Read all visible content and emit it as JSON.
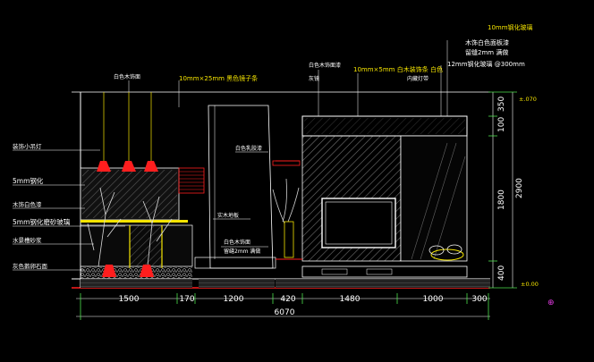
{
  "drawing": {
    "background": "#000000",
    "colors": {
      "white": "#ffffff",
      "yellow": "#f5e400",
      "red": "#ff1e1e",
      "cyan": "#25d3d3",
      "green": "#4ee24e",
      "magenta": "#e23be2",
      "gray": "#8a8a8a"
    },
    "top_notes": {
      "note_10mm_glass": "10mm钢化玻璃",
      "note_wood_plate": "木饰白色面板漆",
      "note_2mm_gap": "留缝2mm 满做",
      "note_12mm_at300": "12mm钢化玻璃 @300mm",
      "note_10x25": "10mm×25mm 黑色镜子条",
      "note_10x5": "10mm×5mm 白木装饰条 白色",
      "note_white_lacquer": "白色木饰面漆",
      "note_mirror": "灰镜",
      "note_inner_light": "内藏灯带",
      "note_white_board": "白色木饰面"
    },
    "left_notes": [
      "装饰小吊灯",
      "5mm钢化",
      "木饰白色漆",
      "5mm钢化磨砂玻璃",
      "水景槽砂浆",
      "灰色鹅卵石面"
    ],
    "mid_notes": {
      "white_paint": "白色乳胶漆",
      "solid_wood": "实木地板",
      "white_wood": "白色木饰面",
      "gap_2mm": "留缝2mm 满做"
    },
    "dimensions_bottom": [
      "1500",
      "170",
      "1200",
      "420",
      "1480",
      "1000",
      "300"
    ],
    "total_width": "6070",
    "dimensions_right": [
      "350",
      "100",
      "1800",
      "2900",
      "400"
    ],
    "level_top": "±.070",
    "level_bottom": "±0.00"
  }
}
